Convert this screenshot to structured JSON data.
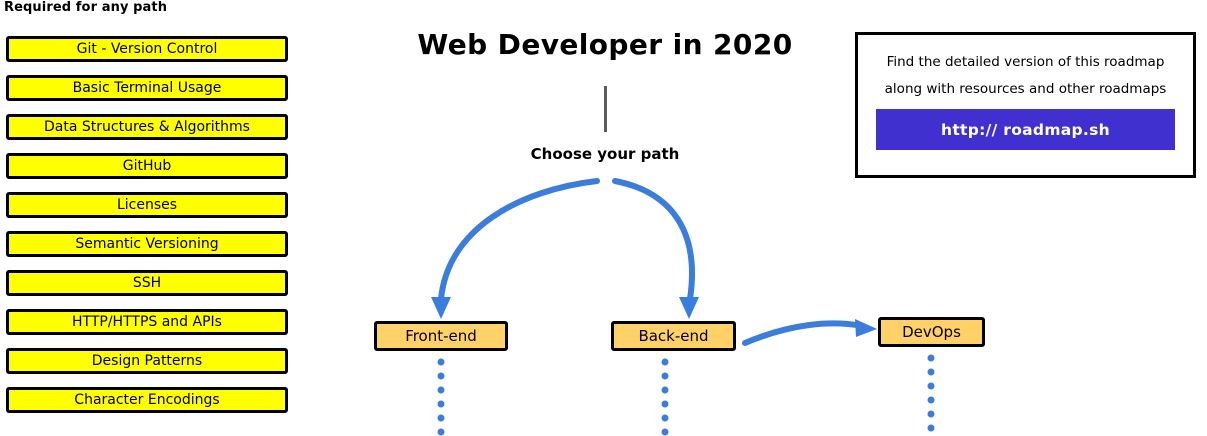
{
  "required_section": {
    "heading": "Required for any path",
    "items": [
      {
        "label": "Git - Version Control"
      },
      {
        "label": "Basic Terminal Usage"
      },
      {
        "label": "Data Structures & Algorithms"
      },
      {
        "label": "GitHub"
      },
      {
        "label": "Licenses"
      },
      {
        "label": "Semantic Versioning"
      },
      {
        "label": "SSH"
      },
      {
        "label": "HTTP/HTTPS and APIs"
      },
      {
        "label": "Design Patterns"
      },
      {
        "label": "Character Encodings"
      }
    ]
  },
  "roadmap": {
    "title": "Web Developer in 2020",
    "choose_label": "Choose your path",
    "paths": [
      {
        "label": "Front-end"
      },
      {
        "label": "Back-end"
      },
      {
        "label": "DevOps"
      }
    ]
  },
  "info_box": {
    "line1": "Find the detailed version of this roadmap",
    "line2": "along with resources and other roadmaps",
    "button_label": "http:// roadmap.sh"
  },
  "colors": {
    "required_box_fill": "#ffff00",
    "path_box_fill": "#ffd166",
    "arrow_blue": "#3b7ddd",
    "link_button": "#4030d0",
    "outline": "#000000",
    "connector_gray": "#5a5a5a"
  }
}
